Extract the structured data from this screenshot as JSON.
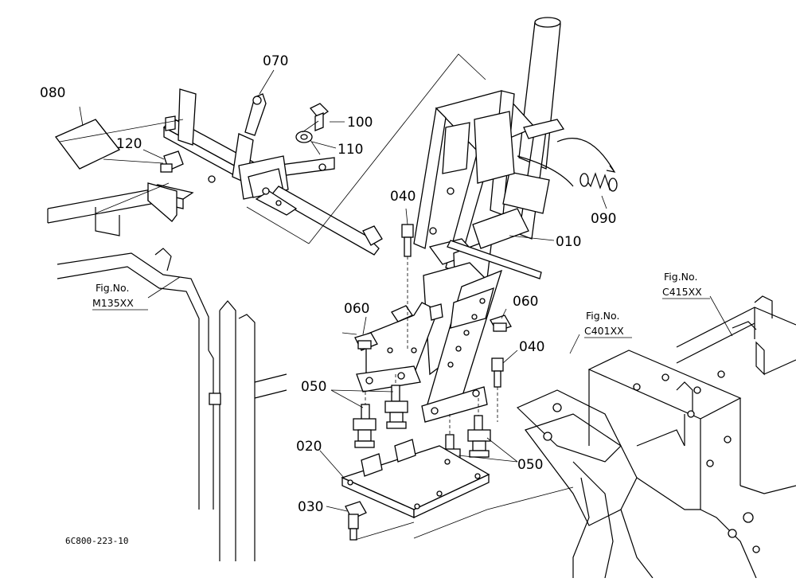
{
  "callouts": {
    "p010": "010",
    "p020": "020",
    "p030": "030",
    "p040a": "040",
    "p040b": "040",
    "p050a": "050",
    "p050b": "050",
    "p060a": "060",
    "p060b": "060",
    "p070": "070",
    "p080": "080",
    "p090": "090",
    "p100": "100",
    "p110": "110",
    "p120": "120"
  },
  "fig_refs": {
    "m135": {
      "label": "Fig.No.",
      "code": "M135XX"
    },
    "c401": {
      "label": "Fig.No.",
      "code": "C401XX"
    },
    "c415": {
      "label": "Fig.No.",
      "code": "C415XX"
    }
  },
  "drawing_code": "6C800-223-10"
}
